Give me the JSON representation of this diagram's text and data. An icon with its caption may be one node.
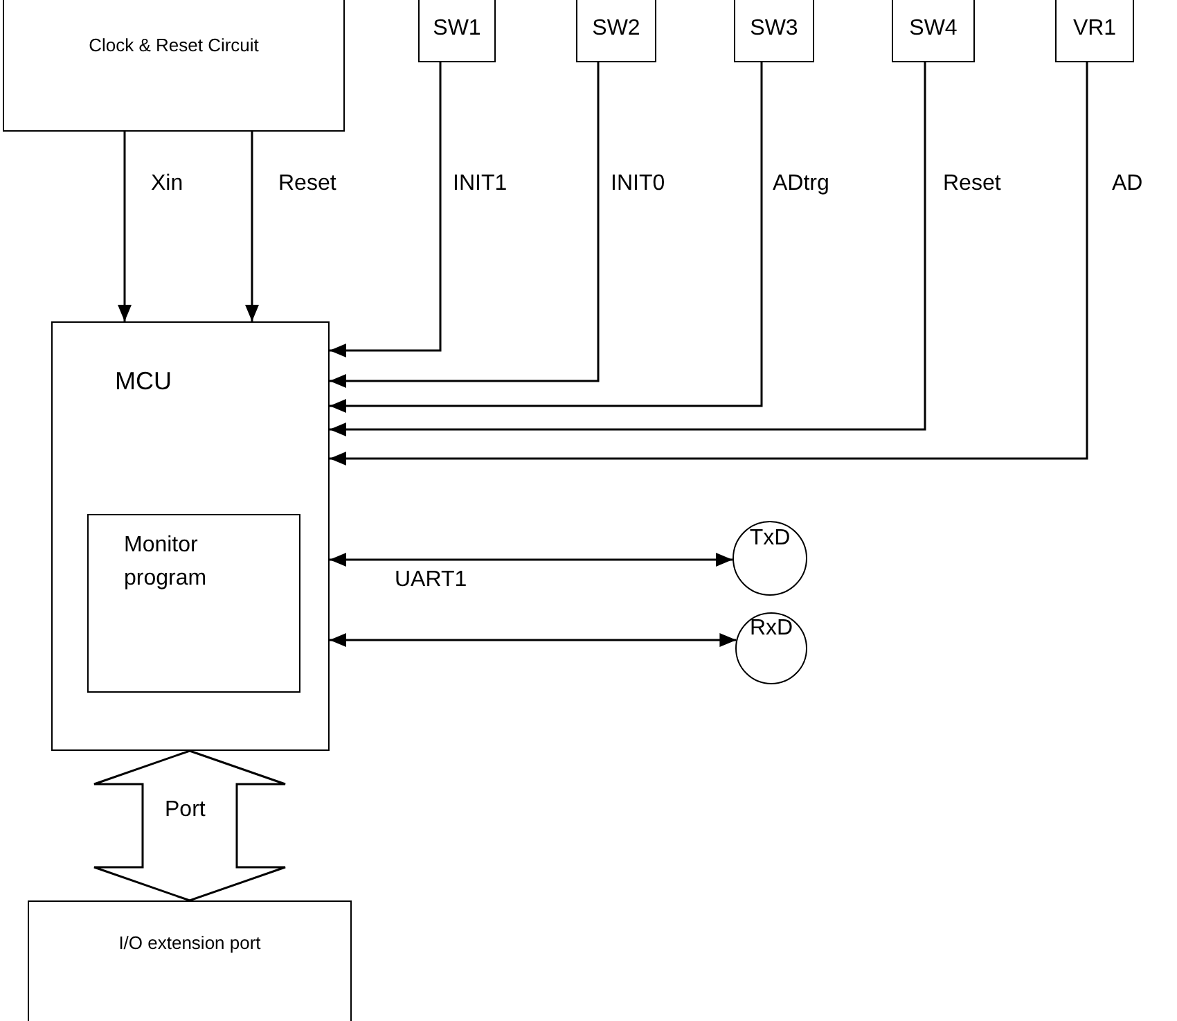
{
  "diagram": {
    "nodes": [
      {
        "text": [
          "Clock & Reset Circuit"
        ]
      },
      {
        "text": [
          "SW1"
        ]
      },
      {
        "text": [
          "SW2"
        ]
      },
      {
        "text": [
          "SW3"
        ]
      },
      {
        "text": [
          "SW4"
        ]
      },
      {
        "text": [
          "VR1"
        ]
      },
      {
        "text": [
          "MCU"
        ]
      },
      {
        "text": [
          "Monitor program"
        ],
        "in": 6
      },
      {
        "text": [
          "TxD"
        ]
      },
      {
        "text": [
          "RxD"
        ]
      },
      {
        "text": [
          "I/O extension port"
        ]
      }
    ],
    "edges": [
      {
        "from": 0,
        "to": 6,
        "arrow": "to",
        "label": "Xin"
      },
      {
        "from": 0,
        "to": 6,
        "arrow": "to",
        "label": "Reset"
      },
      {
        "from": 1,
        "to": 6,
        "arrow": "to",
        "label": "INIT1"
      },
      {
        "from": 2,
        "to": 6,
        "arrow": "to",
        "label": "INIT0"
      },
      {
        "from": 3,
        "to": 6,
        "arrow": "to",
        "label": "ADtrg"
      },
      {
        "from": 4,
        "to": 6,
        "arrow": "to",
        "label": "Reset"
      },
      {
        "from": 5,
        "to": 6,
        "arrow": "to",
        "label": "AD"
      },
      {
        "from": 6,
        "to": 8,
        "arrow": "both",
        "label": "UART1"
      },
      {
        "from": 6,
        "to": 9,
        "arrow": "both"
      },
      {
        "from": 6,
        "to": 10,
        "arrow": "both",
        "label": "Port",
        "style": "thick"
      }
    ]
  }
}
